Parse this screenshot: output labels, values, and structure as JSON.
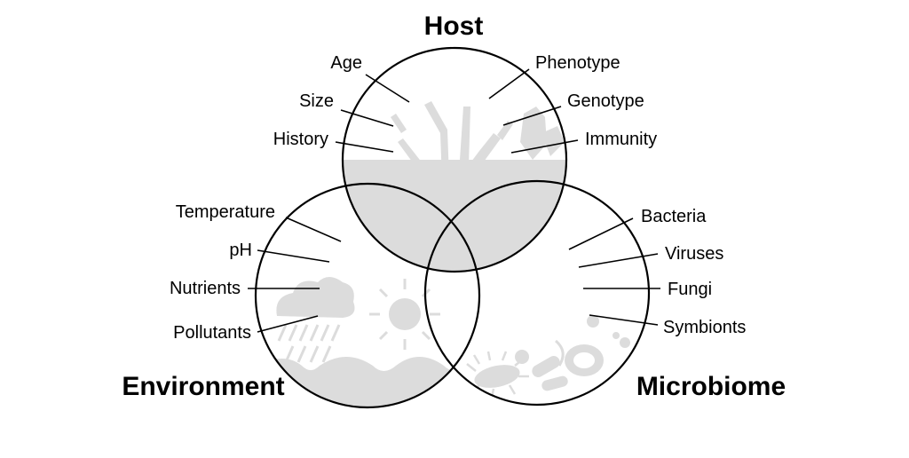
{
  "titles": {
    "host": "Host",
    "environment": "Environment",
    "microbiome": "Microbiome"
  },
  "host_factors": [
    "Age",
    "Size",
    "History",
    "Phenotype",
    "Genotype",
    "Immunity"
  ],
  "environment_factors": [
    "Temperature",
    "pH",
    "Nutrients",
    "Pollutants"
  ],
  "microbiome_factors": [
    "Bacteria",
    "Viruses",
    "Fungi",
    "Symbionts"
  ],
  "icons": {
    "host": "coral-tree-icon",
    "environment": "rain-sun-wave-icon",
    "microbiome": "microbe-cells-icon"
  },
  "colors": {
    "outline": "#000000",
    "silhouette": "#dcdcdc",
    "background": "#ffffff"
  }
}
